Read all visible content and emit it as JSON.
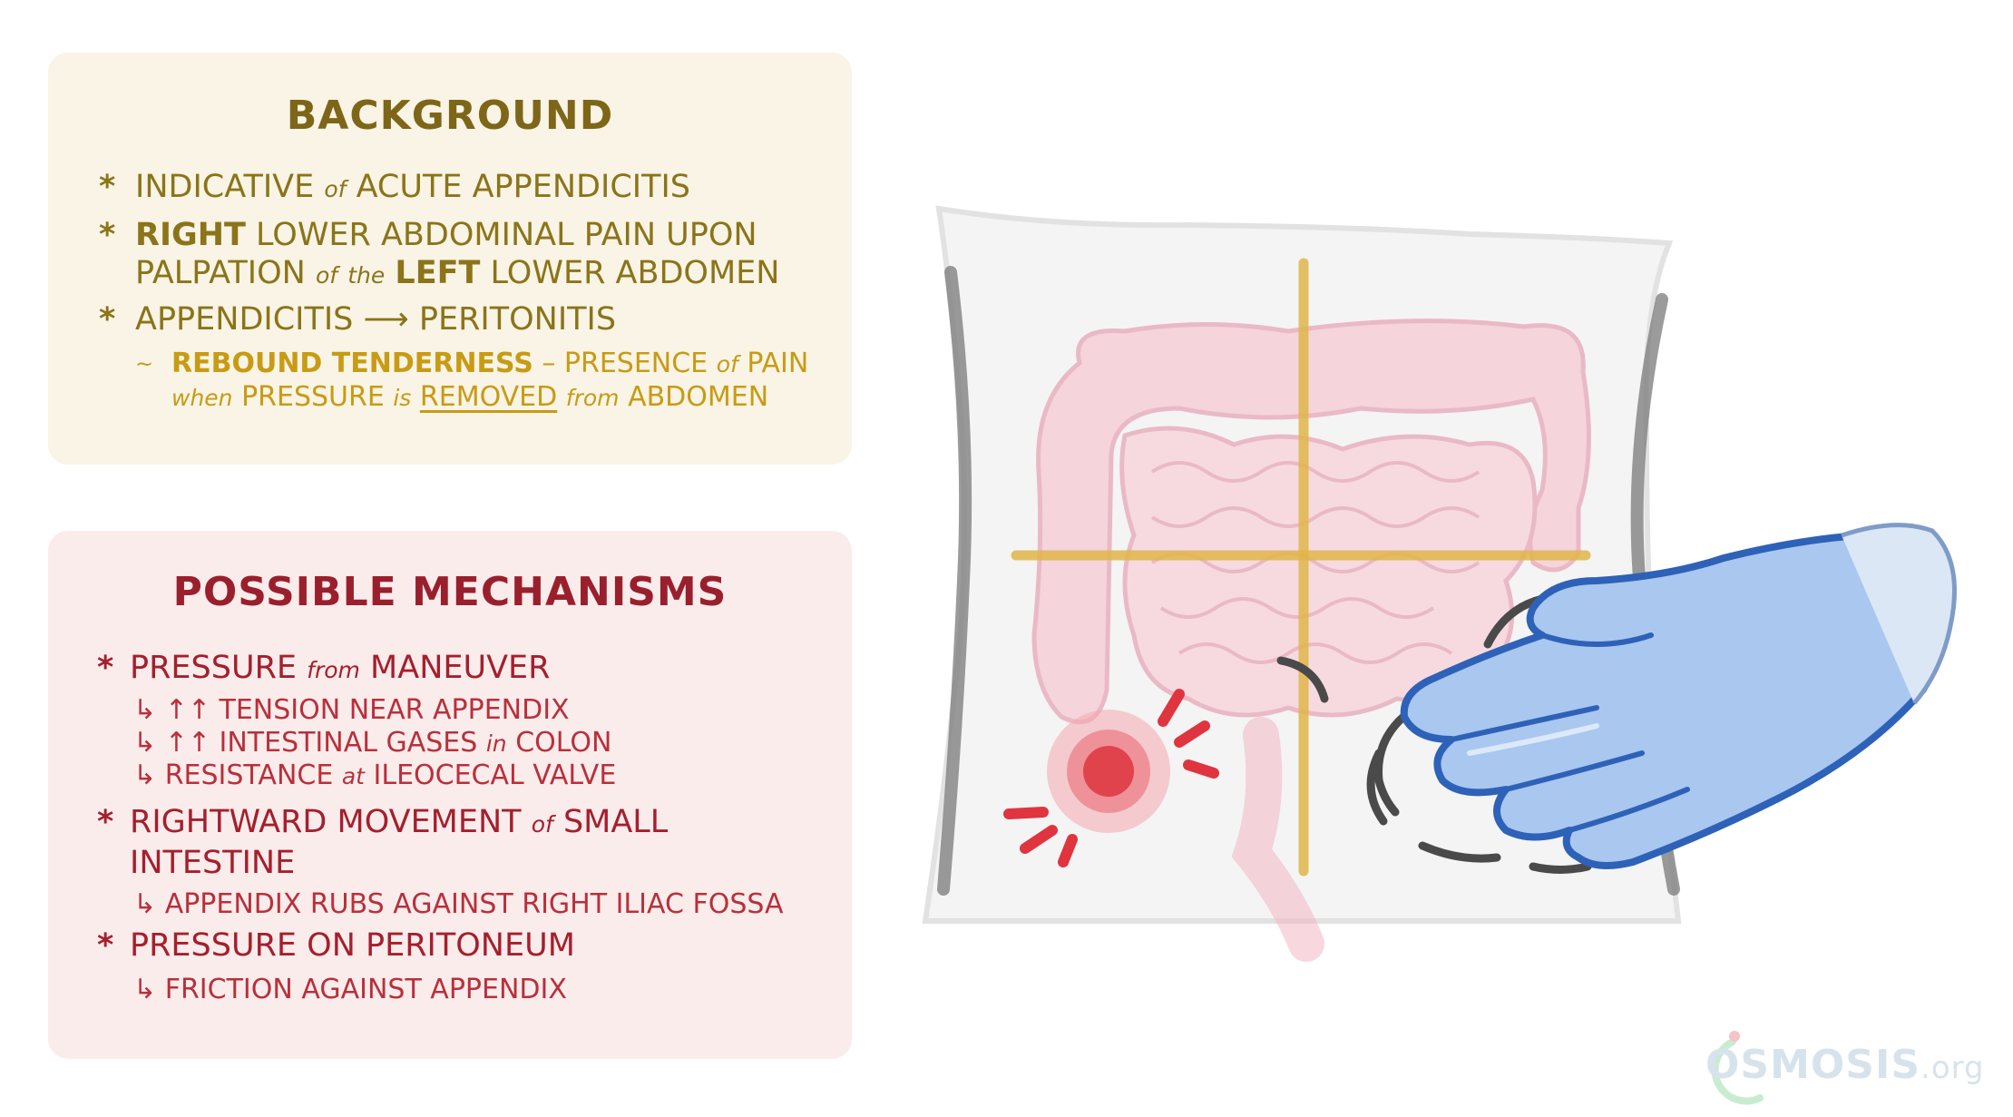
{
  "background": {
    "title": "BACKGROUND",
    "bullets": [
      {
        "star": "*",
        "text_a": "INDICATIVE",
        "text_b": "of",
        "text_c": "ACUTE APPENDICITIS"
      },
      {
        "star": "*",
        "line1_bold": "RIGHT",
        "line1_rest": "LOWER ABDOMINAL PAIN UPON",
        "line2_a": "PALPATION",
        "line2_of": "of",
        "line2_the": "the",
        "line2_bold": "LEFT",
        "line2_rest": "LOWER ABDOMEN"
      },
      {
        "star": "*",
        "text_a": "APPENDICITIS",
        "arrow": "⟶",
        "text_b": "PERITONITIS"
      }
    ],
    "note": {
      "tilde": "~",
      "line1_bold": "REBOUND TENDERNESS",
      "line1_rest": "– PRESENCE",
      "line1_of": "of",
      "line1_end": "PAIN",
      "line2_when": "when",
      "line2_a": "PRESSURE",
      "line2_is": "is",
      "line2_removed": "REMOVED",
      "line2_from": "from",
      "line2_end": "ABDOMEN"
    }
  },
  "mechanisms": {
    "title": "POSSIBLE MECHANISMS",
    "items": [
      {
        "star": "*",
        "a": "PRESSURE",
        "small": "from",
        "b": "MANEUVER"
      },
      {
        "arrow": "↳",
        "a": "↑↑ TENSION NEAR APPENDIX"
      },
      {
        "arrow": "↳",
        "a": "↑↑ INTESTINAL GASES",
        "small": "in",
        "b": "COLON"
      },
      {
        "arrow": "↳",
        "a": "RESISTANCE",
        "small": "at",
        "b": "ILEOCECAL VALVE"
      },
      {
        "star": "*",
        "a": "RIGHTWARD MOVEMENT",
        "small": "of",
        "b": "SMALL"
      },
      {
        "a": "INTESTINE"
      },
      {
        "arrow": "↳",
        "a": "APPENDIX RUBS AGAINST RIGHT ILIAC FOSSA"
      },
      {
        "star": "*",
        "a": "PRESSURE ON PERITONEUM"
      },
      {
        "arrow": "↳",
        "a": "FRICTION AGAINST APPENDIX"
      }
    ]
  },
  "logo": {
    "main": "OSMOSIS",
    "suffix": ".org"
  },
  "colors": {
    "bg_panel": "#f9f4e6",
    "mech_panel": "#fbecec",
    "bg_text": "#8b7419",
    "mech_text": "#a51f2d",
    "glove": "#a9c7ef",
    "glove_outline": "#2e62b8",
    "quadrant_lines": "#e0b54a",
    "pain_point": "#e0434c"
  },
  "icons": {
    "glove": "gloved-hand-icon",
    "pain": "pain-burst-icon",
    "logo": "osmosis-logo-icon"
  }
}
